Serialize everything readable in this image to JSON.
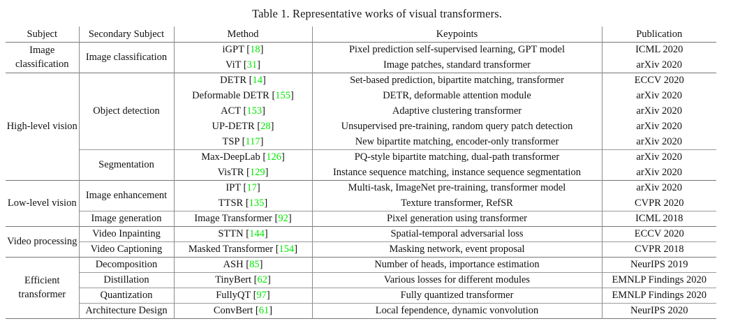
{
  "caption": "Table 1. Representative works of visual transformers.",
  "accent_green": "#00e800",
  "columns": [
    {
      "key": "subject",
      "label": "Subject"
    },
    {
      "key": "secondary",
      "label": "Secondary Subject"
    },
    {
      "key": "method",
      "label": "Method"
    },
    {
      "key": "keypoints",
      "label": "Keypoints"
    },
    {
      "key": "publication",
      "label": "Publication"
    }
  ],
  "rows": [
    {
      "subject": "Image classification",
      "subject_rowspan": 2,
      "secondary": "Image classification",
      "secondary_rowspan": 2,
      "method_name": "iGPT",
      "method_ref": "18",
      "keypoints": "Pixel prediction self-supervised learning, GPT model",
      "publication": "ICML 2020",
      "rule": "mid"
    },
    {
      "method_name": "ViT",
      "method_ref": "31",
      "keypoints": "Image patches, standard transformer",
      "publication": "arXiv 2020",
      "rule": "none"
    },
    {
      "subject": "High-level vision",
      "subject_rowspan": 7,
      "secondary": "Object detection",
      "secondary_rowspan": 5,
      "method_name": "DETR",
      "method_ref": "14",
      "keypoints": "Set-based prediction, bipartite matching, transformer",
      "publication": "ECCV 2020",
      "rule": "mid"
    },
    {
      "method_name": "Deformable DETR",
      "method_ref": "155",
      "keypoints": "DETR, deformable attention module",
      "publication": "arXiv 2020",
      "rule": "none"
    },
    {
      "method_name": "ACT",
      "method_ref": "153",
      "keypoints": "Adaptive clustering transformer",
      "publication": "arXiv 2020",
      "rule": "none"
    },
    {
      "method_name": "UP-DETR",
      "method_ref": "28",
      "keypoints": "Unsupervised pre-training, random query patch detection",
      "publication": "arXiv 2020",
      "rule": "none"
    },
    {
      "method_name": "TSP",
      "method_ref": "117",
      "keypoints": "New bipartite matching, encoder-only transformer",
      "publication": "arXiv 2020",
      "rule": "none"
    },
    {
      "secondary": "Segmentation",
      "secondary_rowspan": 2,
      "method_name": "Max-DeepLab",
      "method_ref": "126",
      "keypoints": "PQ-style bipartite matching, dual-path transformer",
      "publication": "arXiv 2020",
      "rule": "thin"
    },
    {
      "method_name": "VisTR",
      "method_ref": "129",
      "keypoints": "Instance sequence matching, instance sequence segmentation",
      "publication": "arXiv 2020",
      "rule": "none"
    },
    {
      "subject": "Low-level vision",
      "subject_rowspan": 3,
      "secondary": "Image enhancement",
      "secondary_rowspan": 2,
      "method_name": "IPT",
      "method_ref": "17",
      "keypoints": "Multi-task, ImageNet pre-training, transformer model",
      "publication": "arXiv 2020",
      "rule": "mid"
    },
    {
      "method_name": "TTSR",
      "method_ref": "135",
      "keypoints": "Texture transformer, RefSR",
      "publication": "CVPR 2020",
      "rule": "none"
    },
    {
      "secondary": "Image generation",
      "secondary_rowspan": 1,
      "method_name": "Image Transformer",
      "method_ref": "92",
      "keypoints": "Pixel generation using transformer",
      "publication": "ICML 2018",
      "rule": "thin"
    },
    {
      "subject": "Video processing",
      "subject_rowspan": 2,
      "secondary": "Video Inpainting",
      "secondary_rowspan": 1,
      "method_name": "STTN",
      "method_ref": "144",
      "keypoints": "Spatial-temporal adversarial loss",
      "publication": "ECCV 2020",
      "rule": "mid"
    },
    {
      "secondary": "Video Captioning",
      "secondary_rowspan": 1,
      "method_name": "Masked Transformer",
      "method_ref": "154",
      "keypoints": "Masking network, event proposal",
      "publication": "CVPR 2018",
      "rule": "thin"
    },
    {
      "subject": "Efficient transformer",
      "subject_rowspan": 4,
      "secondary": "Decomposition",
      "secondary_rowspan": 1,
      "method_name": "ASH",
      "method_ref": "85",
      "keypoints": "Number of heads, importance estimation",
      "publication": "NeurIPS 2019",
      "rule": "mid"
    },
    {
      "secondary": "Distillation",
      "secondary_rowspan": 1,
      "method_name": "TinyBert",
      "method_ref": "62",
      "keypoints": "Various losses for different modules",
      "publication": "EMNLP Findings 2020",
      "rule": "thin"
    },
    {
      "secondary": "Quantization",
      "secondary_rowspan": 1,
      "method_name": "FullyQT",
      "method_ref": "97",
      "keypoints": "Fully quantized transformer",
      "publication": "EMNLP Findings 2020",
      "rule": "thin"
    },
    {
      "secondary": "Architecture Design",
      "secondary_rowspan": 1,
      "method_name": "ConvBert",
      "method_ref": "61",
      "keypoints": "Local fependence, dynamic vonvolution",
      "publication": "NeurIPS 2020",
      "rule": "thin"
    }
  ]
}
